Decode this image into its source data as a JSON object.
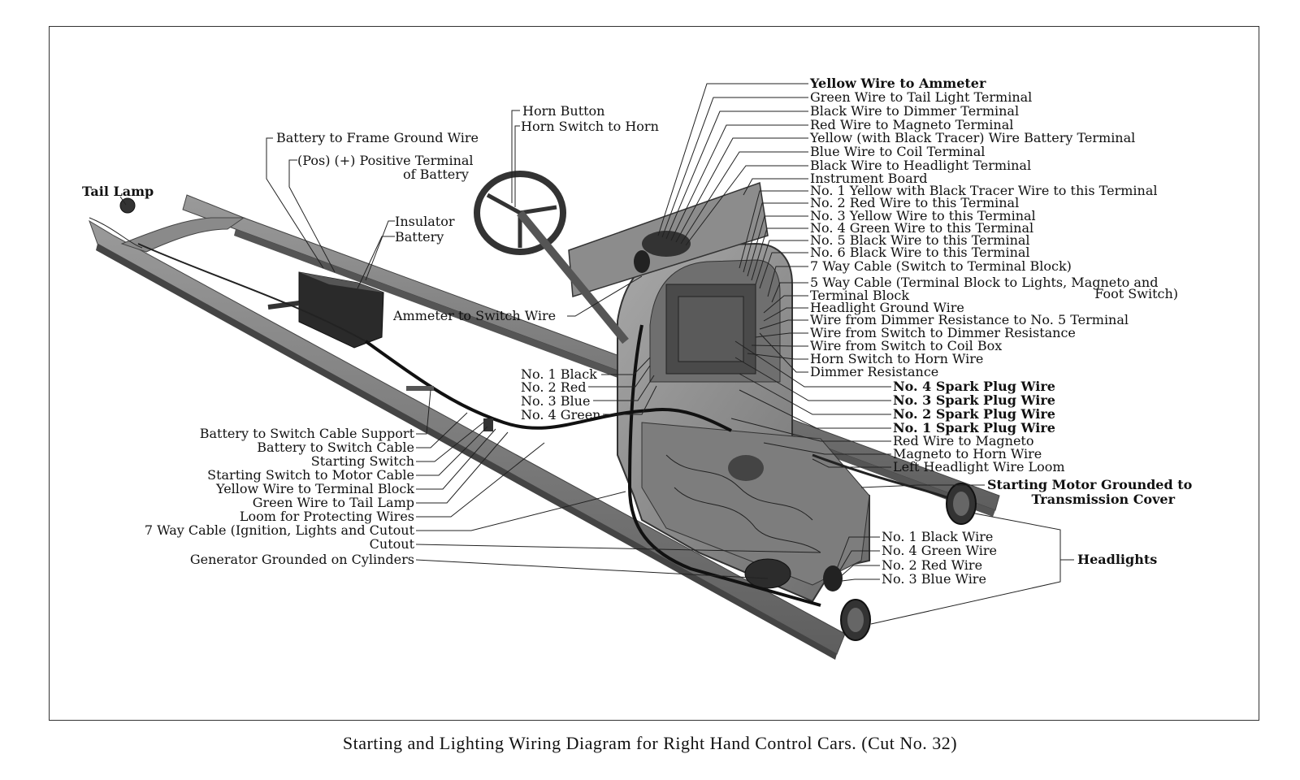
{
  "caption": "Starting and Lighting Wiring Diagram for Right Hand Control Cars.   (Cut No. 32)",
  "labels": {
    "tail_lamp": "Tail Lamp",
    "battery_to_frame_ground": "Battery to Frame Ground Wire",
    "pos_terminal_1": "(Pos) (+) Positive Terminal",
    "pos_terminal_2": "of Battery",
    "insulator": "Insulator",
    "battery": "Battery",
    "horn_button": "Horn Button",
    "horn_switch_to_horn": "Horn Switch to Horn",
    "ammeter_to_switch": "Ammeter to Switch Wire",
    "no1_black": "No. 1 Black",
    "no2_red": "No. 2 Red",
    "no3_blue": "No. 3 Blue",
    "no4_green": "No. 4 Green",
    "battery_to_switch_cable_support": "Battery to Switch Cable Support",
    "battery_to_switch_cable": "Battery to Switch Cable",
    "starting_switch": "Starting Switch",
    "starting_switch_to_motor": "Starting Switch to Motor Cable",
    "yellow_to_terminal_block": "Yellow Wire to Terminal Block",
    "green_to_tail_lamp": "Green Wire to Tail Lamp",
    "loom_protecting": "Loom for Protecting Wires",
    "seven_way_ignition": "7 Way Cable (Ignition, Lights and Cutout",
    "cutout": "Cutout",
    "generator_grounded": "Generator Grounded on Cylinders",
    "right_column": [
      "Yellow Wire to Ammeter",
      "Green Wire to Tail Light Terminal",
      "Black Wire to Dimmer Terminal",
      "Red Wire to Magneto Terminal",
      "Yellow (with Black Tracer) Wire Battery Terminal",
      "Blue Wire to Coil Terminal",
      "Black Wire to Headlight Terminal",
      "Instrument Board",
      "No. 1 Yellow with Black Tracer Wire to this Terminal",
      "No. 2 Red Wire to this Terminal",
      "No. 3 Yellow Wire to this Terminal",
      "No. 4 Green Wire to this Terminal",
      "No. 5 Black Wire to this Terminal",
      "No. 6 Black Wire to this Terminal",
      "7 Way Cable (Switch to Terminal Block)",
      "5 Way Cable (Terminal Block to Lights, Magneto and",
      "Terminal Block",
      "Headlight Ground Wire",
      "Wire from Dimmer Resistance to No. 5 Terminal",
      "Wire from Switch to Dimmer Resistance",
      "Wire from Switch to Coil Box",
      "Horn Switch to Horn Wire",
      "Dimmer Resistance"
    ],
    "foot_switch": "Foot Switch)",
    "spark_plugs": [
      "No. 4 Spark Plug Wire",
      "No. 3 Spark Plug Wire",
      "No. 2 Spark Plug Wire",
      "No. 1 Spark Plug Wire"
    ],
    "red_to_magneto": "Red Wire to Magneto",
    "magneto_to_horn": "Magneto to Horn Wire",
    "left_headlight_loom": "Left Headlight Wire Loom",
    "starting_motor_1": "Starting Motor Grounded to",
    "starting_motor_2": "Transmission Cover",
    "headlight_wires": [
      "No. 1 Black Wire",
      "No. 4 Green Wire",
      "No. 2 Red Wire",
      "No. 3 Blue Wire"
    ],
    "headlights": "Headlights"
  }
}
